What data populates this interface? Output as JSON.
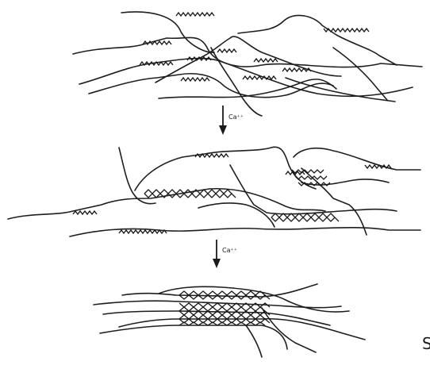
{
  "arrows": [
    {
      "label": "Ca⁺⁺"
    },
    {
      "label": "Ca⁺⁺"
    }
  ],
  "cut_off_text": "S",
  "colors": {
    "ink": "#1a1a1a",
    "background": "#ffffff"
  }
}
